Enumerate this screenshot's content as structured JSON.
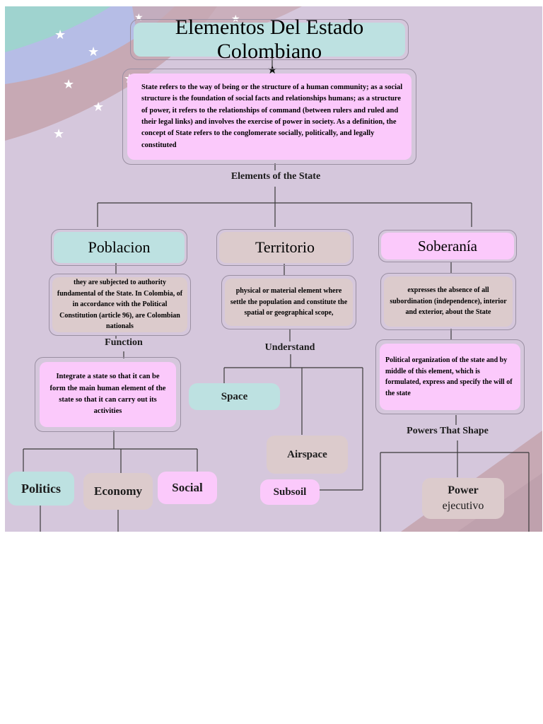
{
  "title": "Elementos Del Estado Colombiano",
  "definition": "State refers to the way of being or the structure of a human community; as a social structure is the foundation of social facts and relationships humans; as a structure of power, it refers to the relationships of command (between rulers and ruled and their legal links) and involves the exercise of power in society. As a definition, the concept of State refers to the conglomerate socially, politically, and legally constituted",
  "elements_label": "Elements of the State",
  "poblacion": {
    "heading": "Poblacion",
    "description": "they are subjected to authority fundamental of the State. In Colombia, of in accordance with the Political Constitution (article 96), are Colombian nationals",
    "function_label": "Function",
    "function_text": "Integrate a state so that it can be form the main human element of the state so that it can carry out its activities",
    "leaves": [
      "Politics",
      "Economy",
      "Social"
    ]
  },
  "territorio": {
    "heading": "Territorio",
    "description": "physical or material element where settle the population and constitute the spatial or geographical scope,",
    "understand_label": "Understand",
    "leaves": [
      "Space",
      "Airspace",
      "Subsoil"
    ]
  },
  "soberania": {
    "heading": "Soberanía",
    "description": "expresses the absence of all subordination (independence), interior and exterior, about the State",
    "organization": "Political organization of the state and by middle of this element, which is formulated, express and specify the will of the state",
    "powers_label": "Powers That Shape",
    "power": {
      "title": "Power",
      "subtitle": "ejecutivo"
    }
  },
  "colors": {
    "background": "#d5c7dc",
    "teal": "#bde1e1",
    "pink": "#fbc9fb",
    "beige": "#dccbcc"
  }
}
